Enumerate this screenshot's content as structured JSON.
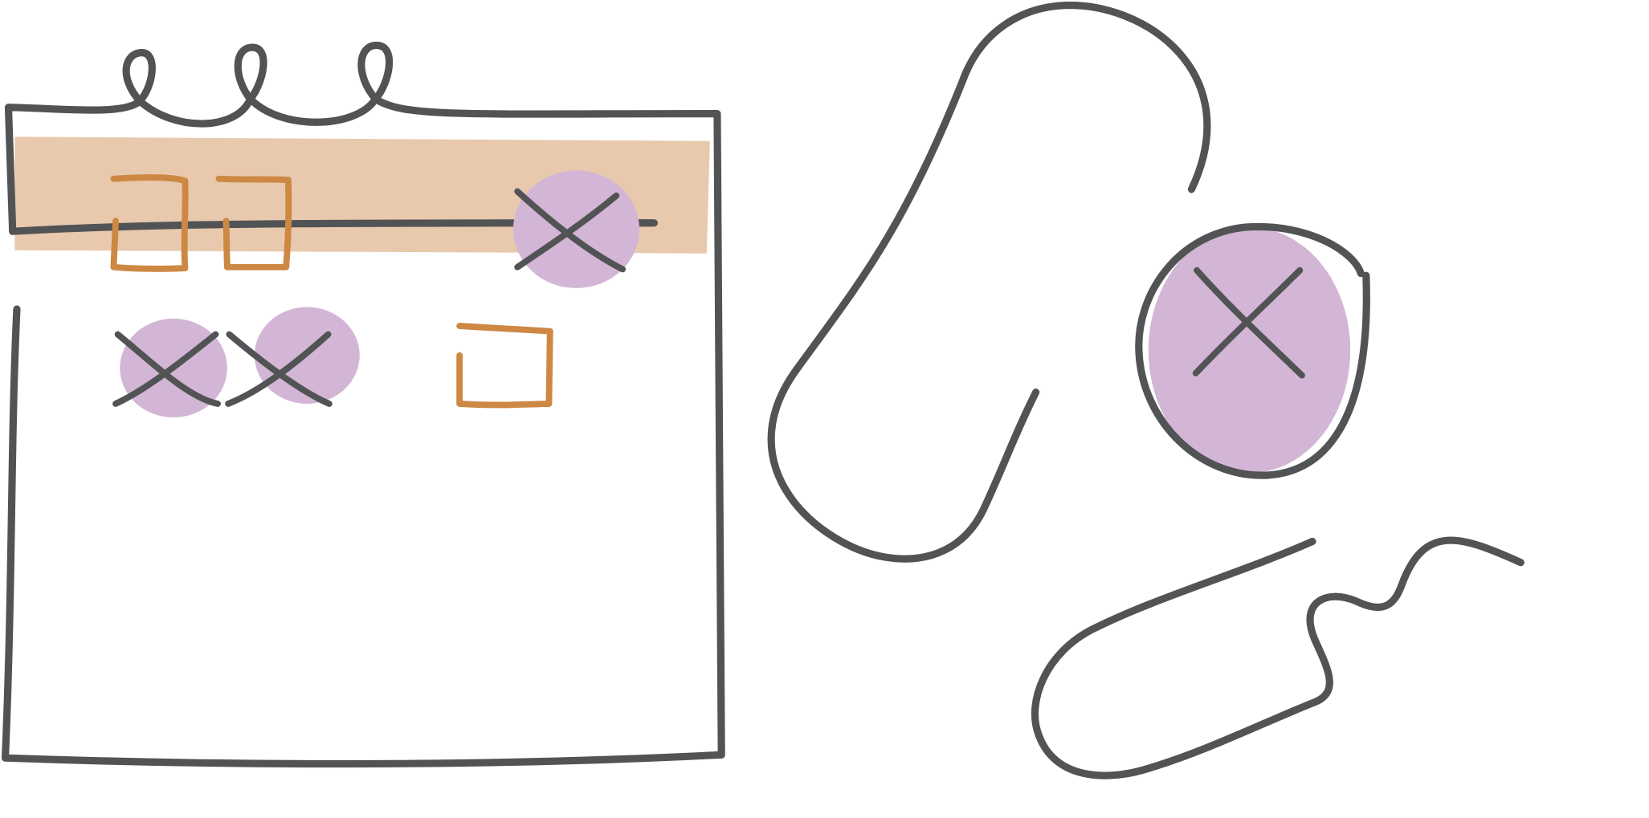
{
  "illustration": {
    "subject": "calendar-with-checkboxes-and-ribbon",
    "colors": {
      "background": "#ffffff",
      "outline": "#525355",
      "header_band": "#E8C9AD",
      "checkbox": "#CD8844",
      "marked_blob": "#D3B6D5"
    },
    "calendar": {
      "checkboxes": [
        {
          "state": "empty"
        },
        {
          "state": "empty"
        },
        {
          "state": "crossed"
        },
        {
          "state": "crossed"
        },
        {
          "state": "crossed"
        },
        {
          "state": "empty"
        }
      ]
    },
    "ribbon_badge": {
      "state": "crossed"
    }
  }
}
